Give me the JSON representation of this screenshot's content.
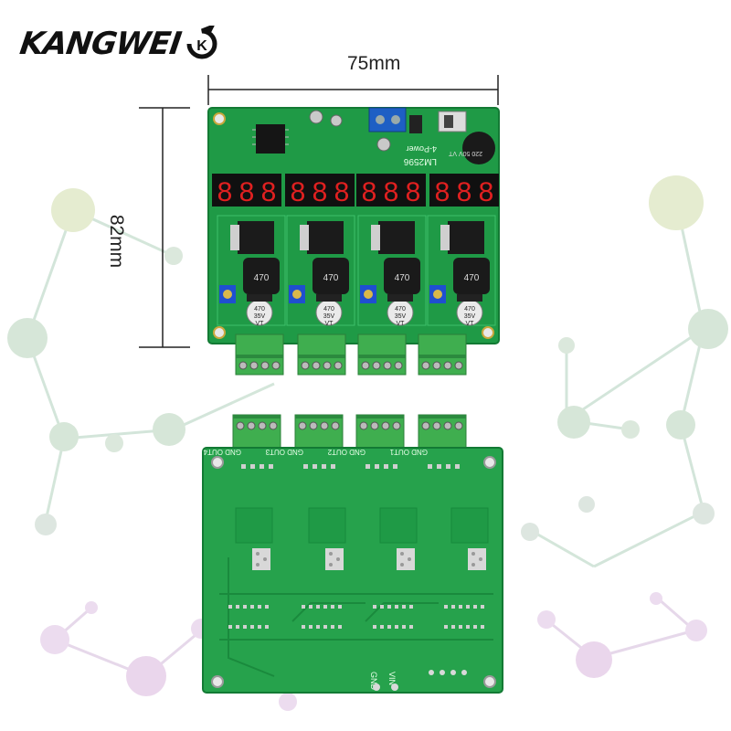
{
  "brand": {
    "name": "KANGWEI",
    "logo_mark": "K"
  },
  "dimensions": {
    "width": "75mm",
    "height": "82mm"
  },
  "top_board": {
    "silkscreen_title": "LM2596",
    "silkscreen_subtitle": "4-Power",
    "main_cap_label": "220\n50V\nVT",
    "channels": [
      {
        "inductor": "470",
        "cap": [
          "470",
          "35V",
          "VT"
        ],
        "display": "888"
      },
      {
        "inductor": "470",
        "cap": [
          "470",
          "35V",
          "VT"
        ],
        "display": "888"
      },
      {
        "inductor": "470",
        "cap": [
          "470",
          "35V",
          "VT"
        ],
        "display": "888"
      },
      {
        "inductor": "470",
        "cap": [
          "470",
          "35V",
          "VT"
        ],
        "display": "888"
      }
    ]
  },
  "bottom_board": {
    "outputs": [
      "GND OUT4",
      "GND OUT3",
      "GND OUT2",
      "GND OUT1"
    ],
    "power_labels": [
      "GND",
      "VIN"
    ]
  },
  "colors": {
    "pcb": "#1f9a46",
    "pcb_dark": "#137a34",
    "terminal": "#3fae4f",
    "digit": "#e02020"
  }
}
